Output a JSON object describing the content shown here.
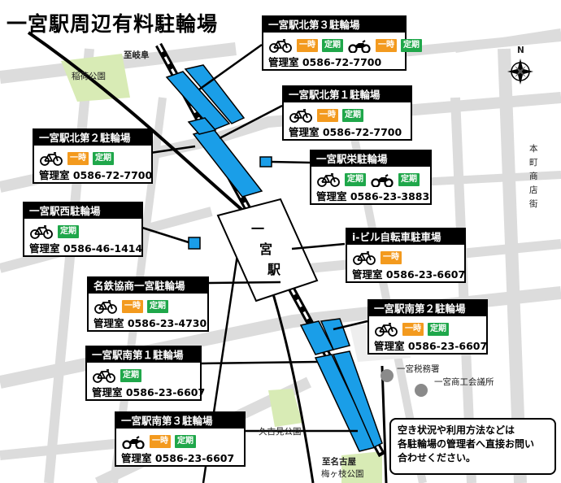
{
  "title": "一宮駅周辺有料駐輪場",
  "labels": {
    "toward_gifu": "至岐阜",
    "park_north": "稲荷公園",
    "compass_n": "N",
    "honmachi": "本町商店街",
    "tax_office": "一宮税務署",
    "chamber": "一宮商工会議所",
    "park_kutsumi": "久古見公園",
    "toward_nagoya": "至名古屋",
    "park_umegase": "梅ヶ枝公園",
    "station_chars": [
      "一",
      "宮",
      "駅"
    ]
  },
  "tags": {
    "temp": "一時",
    "regular": "定期"
  },
  "lots": [
    {
      "name": "一宮駅北第３駐輪場",
      "bicycle": true,
      "motorbike": true,
      "bicycle_tags": [
        "一時",
        "定期"
      ],
      "motorbike_tags": [
        "一時",
        "定期"
      ],
      "phone": "管理室 0586-72-7700"
    },
    {
      "name": "一宮駅北第１駐輪場",
      "bicycle": true,
      "motorbike": false,
      "bicycle_tags": [
        "一時",
        "定期"
      ],
      "phone": "管理室 0586-72-7700"
    },
    {
      "name": "一宮駅北第２駐輪場",
      "bicycle": true,
      "motorbike": false,
      "bicycle_tags": [
        "一時",
        "定期"
      ],
      "phone": "管理室 0586-72-7700"
    },
    {
      "name": "一宮駅栄駐輪場",
      "bicycle": true,
      "motorbike": true,
      "bicycle_tags": [
        "定期"
      ],
      "motorbike_tags": [
        "定期"
      ],
      "phone": "管理室 0586-23-3883"
    },
    {
      "name": "一宮駅西駐輪場",
      "bicycle": true,
      "motorbike": false,
      "bicycle_tags": [
        "定期"
      ],
      "phone": "管理室 0586-46-1414"
    },
    {
      "name": "i-ビル自転車駐車場",
      "bicycle": true,
      "motorbike": false,
      "bicycle_tags": [
        "一時"
      ],
      "phone": "管理室 0586-23-6607"
    },
    {
      "name": "名鉄協商一宮駐輪場",
      "bicycle": true,
      "motorbike": false,
      "bicycle_tags": [
        "一時",
        "定期"
      ],
      "phone": "管理室 0586-23-4730"
    },
    {
      "name": "一宮駅南第２駐輪場",
      "bicycle": true,
      "motorbike": false,
      "bicycle_tags": [
        "一時",
        "定期"
      ],
      "phone": "管理室 0586-23-6607"
    },
    {
      "name": "一宮駅南第１駐輪場",
      "bicycle": true,
      "motorbike": false,
      "bicycle_tags": [
        "定期"
      ],
      "phone": "管理室 0586-23-6607"
    },
    {
      "name": "一宮駅南第３駐輪場",
      "bicycle": false,
      "motorbike": true,
      "motorbike_tags": [
        "一時",
        "定期"
      ],
      "phone": "管理室 0586-23-6607"
    }
  ],
  "notice": [
    "空き状況や利用方法などは",
    "各駐輪場の管理者へ直接お問い",
    "合わせください。"
  ],
  "colors": {
    "lot_fill": "#1a9ee8",
    "park": "#d8ebb5",
    "road": "#dcdcdc",
    "temp_tag": "#f39a1e",
    "regular_tag": "#1fa74a"
  }
}
